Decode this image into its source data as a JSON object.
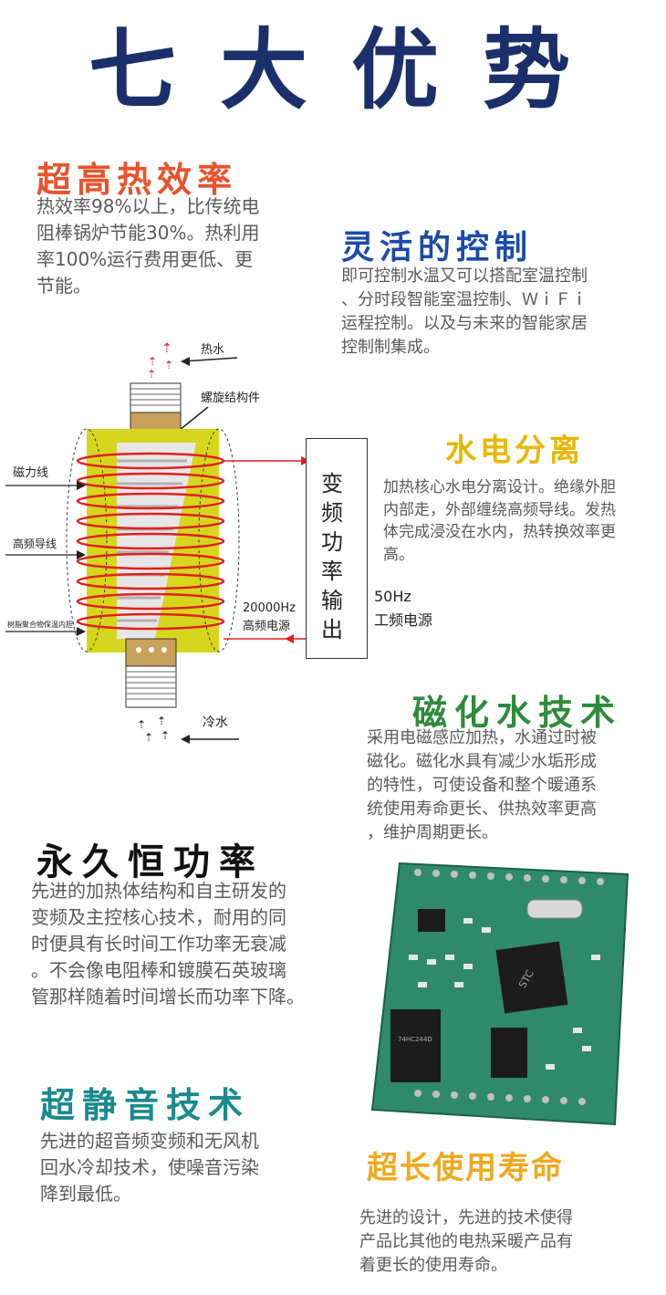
{
  "title": "七大优势",
  "sections": {
    "thermal": {
      "heading": "超高热效率",
      "lines": [
        "热效率98%以上，比传统电",
        "阻棒锅炉节能30%。热利用",
        "率100%运行费用更低、更",
        "节能。"
      ]
    },
    "control": {
      "heading": "灵活的控制",
      "lines": [
        "即可控制水温又可以搭配室温控制",
        "、分时段智能室温控制、ＷｉＦｉ",
        "运程控制。以及与未来的智能家居",
        "控制制集成。"
      ]
    },
    "separation": {
      "heading": "水电分离",
      "lines": [
        "加热核心水电分离设计。绝缘外胆",
        "内部走，外部缠绕高频导线。发热",
        "体完成浸没在水内，热转换效率更",
        "高。"
      ]
    },
    "magnet": {
      "heading": "磁化水技术",
      "lines": [
        "采用电磁感应加热，水通过时被",
        "磁化。磁化水具有减少水垢形成",
        "的特性，可使设备和整个暖通系",
        "统使用寿命更长、供热效率更高",
        "，维护周期更长。"
      ]
    },
    "power": {
      "heading": "永久恒功率",
      "lines": [
        "先进的加热体结构和自主研发的",
        "变频及主控核心技术，耐用的同",
        "时便具有长时间工作功率无衰减",
        "。不会像电阻棒和镀膜石英玻璃",
        "管那样随着时间增长而功率下降。"
      ]
    },
    "silent": {
      "heading": "超静音技术",
      "lines": [
        "先进的超音频变频和无风机",
        "回水冷却技术，使噪音污染",
        "降到最低。"
      ]
    },
    "life": {
      "heading": "超长使用寿命",
      "lines": [
        "先进的设计，先进的技术使得",
        "产品比其他的电热采暖产品有",
        "着更长的使用寿命。"
      ]
    }
  },
  "diagram": {
    "hot_water": "热水",
    "spiral_part": "螺旋结构件",
    "magnetic_lines": "磁力线",
    "hf_wire": "高频导线",
    "resin_liner": "树脂聚合物保温内胆",
    "hf_freq": "20000Hz",
    "hf_power": "高频电源",
    "inverter": "变频功率输出",
    "lf_freq": "50Hz",
    "lf_power": "工频电源",
    "cold_water": "冷水"
  },
  "pcb": {
    "chip_left": "74HC244D",
    "chip_main": "STC",
    "crystal": "crystal-oscillator"
  },
  "colors": {
    "title": "#1b2f6b",
    "orange": "#e8532b",
    "blue": "#1b4aa8",
    "yellow": "#e8b800",
    "green": "#2f8a3c",
    "teal": "#1a8a8e",
    "gold": "#f0a81e",
    "coil": "#e02020",
    "tube": "#d6d61e"
  }
}
